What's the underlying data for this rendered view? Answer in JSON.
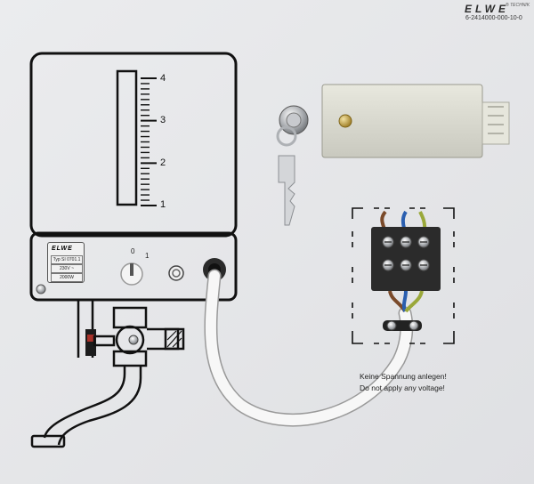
{
  "brand": {
    "logo_text": "ELWE",
    "registered_mark": "®",
    "sub_label": "TECHNIK"
  },
  "part_number": "6-2414000-000-10-0",
  "scale": {
    "ticks": [
      "4",
      "3",
      "2",
      "1"
    ]
  },
  "nameplate": {
    "brand": "ELWE",
    "type_label": "Typ SI 0701.1",
    "voltage": "230V ~",
    "power": "2000W"
  },
  "switch_knob": {
    "labels": [
      "0",
      "1"
    ]
  },
  "warning": {
    "line_de": "Keine Spannung anlegen!",
    "line_en": "Do not apply any voltage!"
  },
  "colors": {
    "panel": "#e6e7ea",
    "line_art": "#1a1a1a",
    "cable": "#f4f4f4",
    "terminal_block": "#2b2b2b",
    "wire_brown": "#7a4a2a",
    "wire_blue": "#2a5fb0",
    "wire_green_yellow": "#9aa83a",
    "lock_box": "#dcdcd2",
    "brass": "#c8a84a"
  }
}
